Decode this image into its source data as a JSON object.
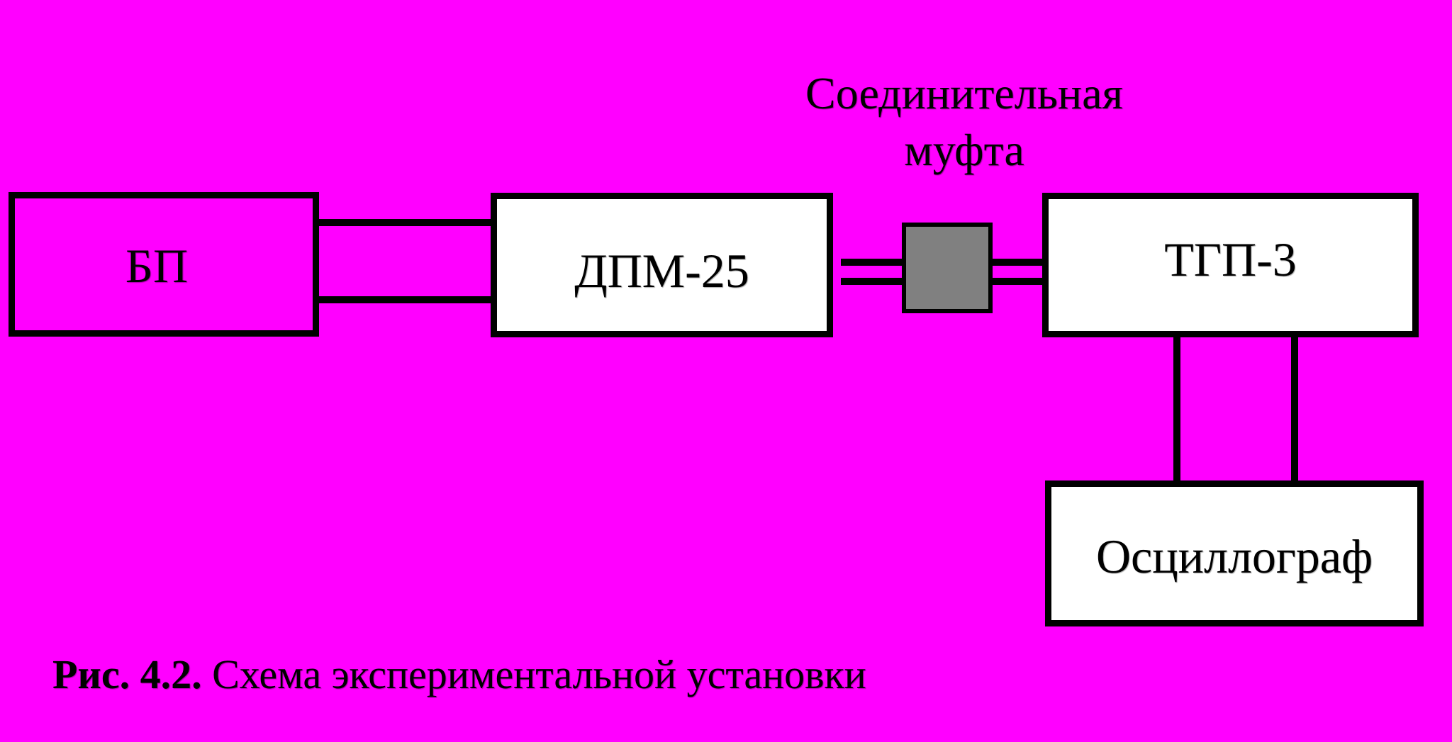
{
  "blocks": {
    "bp": "БП",
    "dpm": "ДПМ-25",
    "tgp": "ТГП-3",
    "oscilloscope": "Осциллограф"
  },
  "coupling": {
    "label_line1": "Соединительная",
    "label_line2": "муфта"
  },
  "caption": {
    "number": "Рис. 4.2.",
    "text": "Схема экспериментальной установки"
  },
  "colors": {
    "background": "#FF00FF",
    "block_fill": "#FFFFFF",
    "coupling_fill": "#808080",
    "stroke": "#000000"
  }
}
